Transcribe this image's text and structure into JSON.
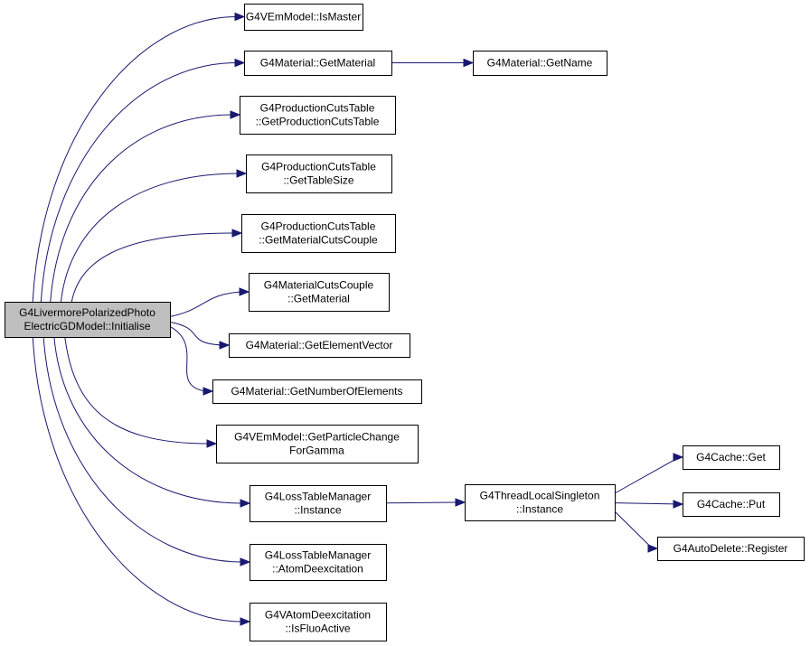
{
  "diagram": {
    "edge_color": "#191970",
    "root_fill": "#bfbfbf",
    "node_fill": "#ffffff",
    "nodes": {
      "root": {
        "lines": [
          "G4LivermorePolarizedPhoto",
          "ElectricGDModel::Initialise"
        ]
      },
      "ismaster": {
        "lines": [
          "G4VEmModel::IsMaster"
        ]
      },
      "getmat": {
        "lines": [
          "G4Material::GetMaterial"
        ]
      },
      "getname": {
        "lines": [
          "G4Material::GetName"
        ]
      },
      "pct": {
        "lines": [
          "G4ProductionCutsTable",
          "::GetProductionCutsTable"
        ]
      },
      "tablesize": {
        "lines": [
          "G4ProductionCutsTable",
          "::GetTableSize"
        ]
      },
      "matcuts": {
        "lines": [
          "G4ProductionCutsTable",
          "::GetMaterialCutsCouple"
        ]
      },
      "mcc": {
        "lines": [
          "G4MaterialCutsCouple",
          "::GetMaterial"
        ]
      },
      "elemvec": {
        "lines": [
          "G4Material::GetElementVector"
        ]
      },
      "numelem": {
        "lines": [
          "G4Material::GetNumberOfElements"
        ]
      },
      "pcg": {
        "lines": [
          "G4VEmModel::GetParticleChange",
          "ForGamma"
        ]
      },
      "ltminst": {
        "lines": [
          "G4LossTableManager",
          "::Instance"
        ]
      },
      "ltmatom": {
        "lines": [
          "G4LossTableManager",
          "::AtomDeexcitation"
        ]
      },
      "fluo": {
        "lines": [
          "G4VAtomDeexcitation",
          "::IsFluoActive"
        ]
      },
      "tlsinst": {
        "lines": [
          "G4ThreadLocalSingleton",
          "::Instance"
        ]
      },
      "cacheget": {
        "lines": [
          "G4Cache::Get"
        ]
      },
      "cacheput": {
        "lines": [
          "G4Cache::Put"
        ]
      },
      "autodel": {
        "lines": [
          "G4AutoDelete::Register"
        ]
      }
    },
    "edges": [
      [
        "root",
        "ismaster"
      ],
      [
        "root",
        "getmat"
      ],
      [
        "root",
        "pct"
      ],
      [
        "root",
        "tablesize"
      ],
      [
        "root",
        "matcuts"
      ],
      [
        "root",
        "mcc"
      ],
      [
        "root",
        "elemvec"
      ],
      [
        "root",
        "numelem"
      ],
      [
        "root",
        "pcg"
      ],
      [
        "root",
        "ltminst"
      ],
      [
        "root",
        "ltmatom"
      ],
      [
        "root",
        "fluo"
      ],
      [
        "getmat",
        "getname"
      ],
      [
        "ltminst",
        "tlsinst"
      ],
      [
        "tlsinst",
        "cacheget"
      ],
      [
        "tlsinst",
        "cacheput"
      ],
      [
        "tlsinst",
        "autodel"
      ]
    ]
  }
}
